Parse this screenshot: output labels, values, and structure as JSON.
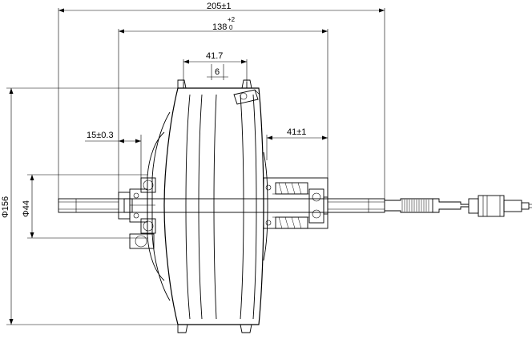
{
  "dimensions": {
    "overall_width": "205±1",
    "flange_width": "138",
    "flange_tol_upper": "+2",
    "flange_tol_lower": "0",
    "rim_width": "41.7",
    "rim_center": "6",
    "axle_offset_left": "15±0.3",
    "axle_offset_right": "41±1",
    "outer_diameter": "Φ156",
    "inner_diameter": "Φ44"
  }
}
